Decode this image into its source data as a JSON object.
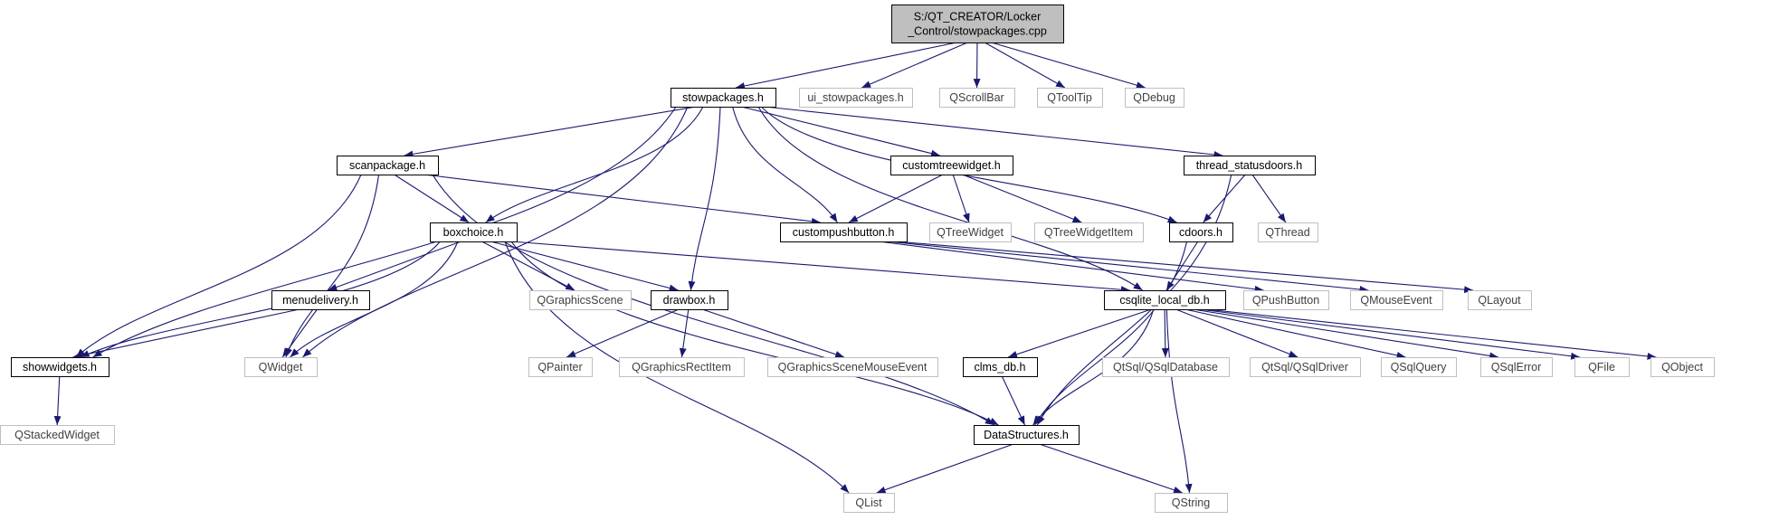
{
  "colors": {
    "edge": "#191970",
    "internal_border": "#000000",
    "external_border": "#bfbfbf",
    "root_fill": "#bfbfbf",
    "external_text": "#404040"
  },
  "nodes": [
    {
      "id": "root",
      "kind": "root",
      "lines": [
        "S:/QT_CREATOR/Locker",
        "_Control/stowpackages.cpp"
      ]
    },
    {
      "id": "stowpackages_h",
      "kind": "internal",
      "lines": [
        "stowpackages.h"
      ]
    },
    {
      "id": "ui_stowpackages_h",
      "kind": "external",
      "lines": [
        "ui_stowpackages.h"
      ]
    },
    {
      "id": "QScrollBar",
      "kind": "external",
      "lines": [
        "QScrollBar"
      ]
    },
    {
      "id": "QToolTip",
      "kind": "external",
      "lines": [
        "QToolTip"
      ]
    },
    {
      "id": "QDebug",
      "kind": "external",
      "lines": [
        "QDebug"
      ]
    },
    {
      "id": "scanpackage_h",
      "kind": "internal",
      "lines": [
        "scanpackage.h"
      ]
    },
    {
      "id": "customtreewidget_h",
      "kind": "internal",
      "lines": [
        "customtreewidget.h"
      ]
    },
    {
      "id": "thread_statusdoors_h",
      "kind": "internal",
      "lines": [
        "thread_statusdoors.h"
      ]
    },
    {
      "id": "boxchoice_h",
      "kind": "internal",
      "lines": [
        "boxchoice.h"
      ]
    },
    {
      "id": "custompushbutton_h",
      "kind": "internal",
      "lines": [
        "custompushbutton.h"
      ]
    },
    {
      "id": "QTreeWidget",
      "kind": "external",
      "lines": [
        "QTreeWidget"
      ]
    },
    {
      "id": "QTreeWidgetItem",
      "kind": "external",
      "lines": [
        "QTreeWidgetItem"
      ]
    },
    {
      "id": "cdoors_h",
      "kind": "internal",
      "lines": [
        "cdoors.h"
      ]
    },
    {
      "id": "QThread",
      "kind": "external",
      "lines": [
        "QThread"
      ]
    },
    {
      "id": "menudelivery_h",
      "kind": "internal",
      "lines": [
        "menudelivery.h"
      ]
    },
    {
      "id": "QGraphicsScene",
      "kind": "external",
      "lines": [
        "QGraphicsScene"
      ]
    },
    {
      "id": "drawbox_h",
      "kind": "internal",
      "lines": [
        "drawbox.h"
      ]
    },
    {
      "id": "csqlite_local_db_h",
      "kind": "internal",
      "lines": [
        "csqlite_local_db.h"
      ]
    },
    {
      "id": "QPushButton",
      "kind": "external",
      "lines": [
        "QPushButton"
      ]
    },
    {
      "id": "QMouseEvent",
      "kind": "external",
      "lines": [
        "QMouseEvent"
      ]
    },
    {
      "id": "QLayout",
      "kind": "external",
      "lines": [
        "QLayout"
      ]
    },
    {
      "id": "showwidgets_h",
      "kind": "internal",
      "lines": [
        "showwidgets.h"
      ]
    },
    {
      "id": "QWidget",
      "kind": "external",
      "lines": [
        "QWidget"
      ]
    },
    {
      "id": "QPainter",
      "kind": "external",
      "lines": [
        "QPainter"
      ]
    },
    {
      "id": "QGraphicsRectItem",
      "kind": "external",
      "lines": [
        "QGraphicsRectItem"
      ]
    },
    {
      "id": "QGraphicsSceneMouseEvent",
      "kind": "external",
      "lines": [
        "QGraphicsSceneMouseEvent"
      ]
    },
    {
      "id": "clms_db_h",
      "kind": "internal",
      "lines": [
        "clms_db.h"
      ]
    },
    {
      "id": "QtSql_QSqlDatabase",
      "kind": "external",
      "lines": [
        "QtSql/QSqlDatabase"
      ]
    },
    {
      "id": "QtSql_QSqlDriver",
      "kind": "external",
      "lines": [
        "QtSql/QSqlDriver"
      ]
    },
    {
      "id": "QSqlQuery",
      "kind": "external",
      "lines": [
        "QSqlQuery"
      ]
    },
    {
      "id": "QSqlError",
      "kind": "external",
      "lines": [
        "QSqlError"
      ]
    },
    {
      "id": "QFile",
      "kind": "external",
      "lines": [
        "QFile"
      ]
    },
    {
      "id": "QObject",
      "kind": "external",
      "lines": [
        "QObject"
      ]
    },
    {
      "id": "QStackedWidget",
      "kind": "external",
      "lines": [
        "QStackedWidget"
      ]
    },
    {
      "id": "DataStructures_h",
      "kind": "internal",
      "lines": [
        "DataStructures.h"
      ]
    },
    {
      "id": "QList",
      "kind": "external",
      "lines": [
        "QList"
      ]
    },
    {
      "id": "QString",
      "kind": "external",
      "lines": [
        "QString"
      ]
    }
  ],
  "edges": [
    [
      "root",
      "stowpackages_h"
    ],
    [
      "root",
      "ui_stowpackages_h"
    ],
    [
      "root",
      "QScrollBar"
    ],
    [
      "root",
      "QToolTip"
    ],
    [
      "root",
      "QDebug"
    ],
    [
      "stowpackages_h",
      "scanpackage_h"
    ],
    [
      "stowpackages_h",
      "customtreewidget_h"
    ],
    [
      "stowpackages_h",
      "thread_statusdoors_h"
    ],
    [
      "stowpackages_h",
      "boxchoice_h"
    ],
    [
      "stowpackages_h",
      "custompushbutton_h"
    ],
    [
      "stowpackages_h",
      "cdoors_h"
    ],
    [
      "stowpackages_h",
      "drawbox_h"
    ],
    [
      "stowpackages_h",
      "csqlite_local_db_h"
    ],
    [
      "stowpackages_h",
      "showwidgets_h"
    ],
    [
      "stowpackages_h",
      "QWidget"
    ],
    [
      "scanpackage_h",
      "boxchoice_h"
    ],
    [
      "scanpackage_h",
      "custompushbutton_h"
    ],
    [
      "scanpackage_h",
      "showwidgets_h"
    ],
    [
      "scanpackage_h",
      "QWidget"
    ],
    [
      "scanpackage_h",
      "DataStructures_h"
    ],
    [
      "customtreewidget_h",
      "custompushbutton_h"
    ],
    [
      "customtreewidget_h",
      "QTreeWidget"
    ],
    [
      "customtreewidget_h",
      "QTreeWidgetItem"
    ],
    [
      "thread_statusdoors_h",
      "cdoors_h"
    ],
    [
      "thread_statusdoors_h",
      "QThread"
    ],
    [
      "thread_statusdoors_h",
      "DataStructures_h"
    ],
    [
      "boxchoice_h",
      "menudelivery_h"
    ],
    [
      "boxchoice_h",
      "QGraphicsScene"
    ],
    [
      "boxchoice_h",
      "drawbox_h"
    ],
    [
      "boxchoice_h",
      "csqlite_local_db_h"
    ],
    [
      "boxchoice_h",
      "showwidgets_h"
    ],
    [
      "boxchoice_h",
      "QWidget"
    ],
    [
      "boxchoice_h",
      "DataStructures_h"
    ],
    [
      "boxchoice_h",
      "QList"
    ],
    [
      "custompushbutton_h",
      "QPushButton"
    ],
    [
      "custompushbutton_h",
      "QMouseEvent"
    ],
    [
      "custompushbutton_h",
      "QLayout"
    ],
    [
      "cdoors_h",
      "csqlite_local_db_h"
    ],
    [
      "cdoors_h",
      "DataStructures_h"
    ],
    [
      "menudelivery_h",
      "showwidgets_h"
    ],
    [
      "menudelivery_h",
      "QWidget"
    ],
    [
      "drawbox_h",
      "QPainter"
    ],
    [
      "drawbox_h",
      "QGraphicsRectItem"
    ],
    [
      "drawbox_h",
      "QGraphicsSceneMouseEvent"
    ],
    [
      "csqlite_local_db_h",
      "clms_db_h"
    ],
    [
      "csqlite_local_db_h",
      "QtSql_QSqlDatabase"
    ],
    [
      "csqlite_local_db_h",
      "QtSql_QSqlDriver"
    ],
    [
      "csqlite_local_db_h",
      "QSqlQuery"
    ],
    [
      "csqlite_local_db_h",
      "QSqlError"
    ],
    [
      "csqlite_local_db_h",
      "QFile"
    ],
    [
      "csqlite_local_db_h",
      "QObject"
    ],
    [
      "csqlite_local_db_h",
      "DataStructures_h"
    ],
    [
      "csqlite_local_db_h",
      "QString"
    ],
    [
      "clms_db_h",
      "DataStructures_h"
    ],
    [
      "showwidgets_h",
      "QStackedWidget"
    ],
    [
      "DataStructures_h",
      "QList"
    ],
    [
      "DataStructures_h",
      "QString"
    ]
  ]
}
